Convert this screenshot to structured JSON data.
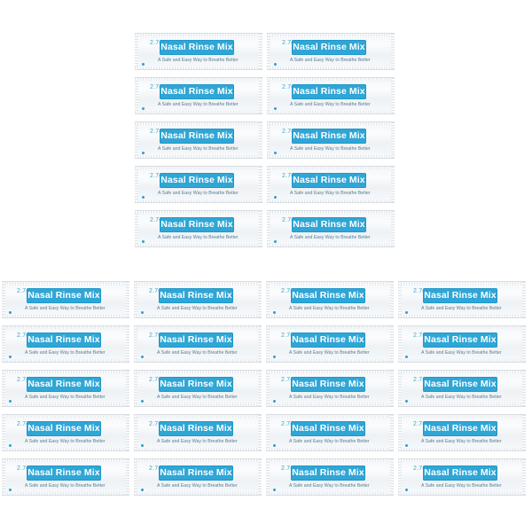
{
  "product": {
    "weight": "2.7g",
    "name": "Nasal Rinse Mix",
    "tagline": "A Safe and Easy Way to Breathe Better"
  },
  "colors": {
    "background": "#ffffff",
    "label_blue": "#2fa6d6",
    "text_blue": "#3ba3c8"
  },
  "groups": {
    "top": {
      "columns": 2,
      "rows": 5
    },
    "bottom": {
      "columns": 4,
      "rows": 5
    }
  }
}
